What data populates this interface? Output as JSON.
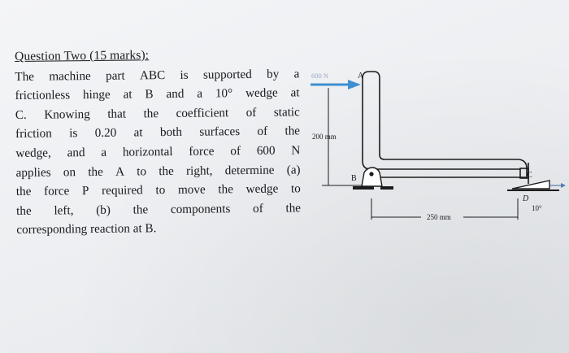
{
  "question": {
    "title": "Question Two (15 marks):",
    "lines": [
      [
        "The",
        "machine",
        "part",
        "ABC",
        "is",
        "supported",
        "by",
        "a"
      ],
      [
        "frictionless",
        "hinge",
        "at",
        "B",
        "and",
        "a",
        "10°",
        "wedge",
        "at"
      ],
      [
        "C.",
        "Knowing",
        "that",
        "the",
        "coefficient",
        "of",
        "static"
      ],
      [
        "friction",
        "is",
        "0.20",
        "at",
        "both",
        "surfaces",
        "of",
        "the"
      ],
      [
        "wedge,",
        "and",
        "a",
        "horizontal",
        "force",
        "of",
        "600",
        "N"
      ],
      [
        "applies",
        "on",
        "the",
        "A",
        "to",
        "the",
        "right,",
        "determine",
        "(a)"
      ],
      [
        "the",
        "force",
        "P",
        "required",
        "to",
        "move",
        "the",
        "wedge",
        "to"
      ],
      [
        "the",
        "left,",
        "(b)",
        "the",
        "components",
        "of",
        "the"
      ]
    ],
    "last_line": "corresponding reaction at B."
  },
  "figure": {
    "force_label": "600 N",
    "label_a": "A",
    "label_b": "B",
    "label_c": "C",
    "label_d": "D",
    "height_dim": "200 mm",
    "width_dim": "250 mm",
    "wedge_angle": "10°",
    "colors": {
      "arrow": "#3d8fd0",
      "force_text": "#9aa8c0",
      "ink": "#1c1c1c"
    }
  }
}
